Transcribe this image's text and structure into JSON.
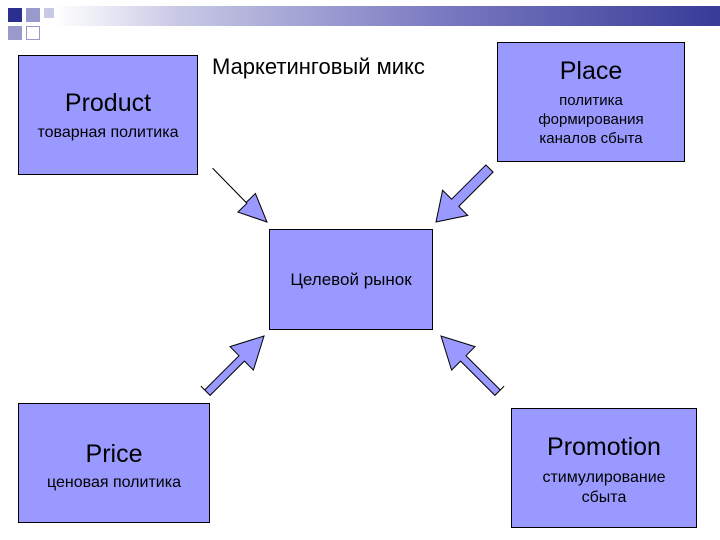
{
  "diagram": {
    "title": "Маркетинговый микс",
    "center": {
      "label": "Целевой рынок"
    },
    "product": {
      "title": "Product",
      "subtitle": "товарная политика"
    },
    "place": {
      "title": "Place",
      "subtitle_lines": [
        "политика",
        "формирования",
        "каналов сбыта"
      ]
    },
    "price": {
      "title": "Price",
      "subtitle": "ценовая политика"
    },
    "promotion": {
      "title": "Promotion",
      "subtitle_lines": [
        "стимулирование",
        "сбыта"
      ]
    }
  },
  "colors": {
    "box_fill": "#9999ff",
    "arrow_fill": "#9999ff",
    "deco_dark": "#2b2f8f",
    "deco_light": "#9999cc"
  }
}
